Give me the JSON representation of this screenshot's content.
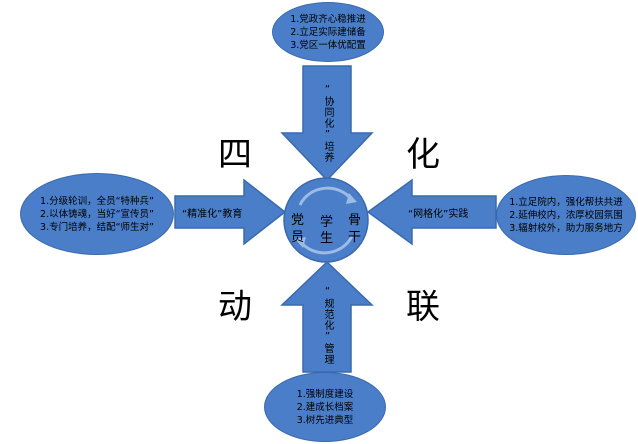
{
  "center": {
    "chars": [
      "党",
      "员",
      "学",
      "生",
      "骨",
      "干"
    ]
  },
  "big_chars": [
    "四",
    "化",
    "动",
    "联"
  ],
  "top": {
    "items": [
      "1.党政齐心稳推进",
      "2.立足实际建储备",
      "3.党区一体优配置"
    ],
    "arrow_label": "“协同化”培养"
  },
  "left": {
    "items": [
      "1.分级轮训，全员“特种兵”",
      "2.以体铸魂，当好“宣传员”",
      "3.专门培养，结配“师生对”"
    ],
    "arrow_label": "“精准化”教育"
  },
  "right": {
    "items": [
      "1.立足院内，强化帮扶共进",
      "2.延伸校内，浓厚校园氛围",
      "3.辐射校外，助力服务地方"
    ],
    "arrow_label": "“网格化”实践"
  },
  "bottom": {
    "items": [
      "1.强制度建设",
      "2.建成长档案",
      "3.树先进典型"
    ],
    "arrow_label": "“规范化”管理"
  },
  "colors": {
    "fill": "#4a7ec8",
    "stroke": "#3a6aac"
  }
}
